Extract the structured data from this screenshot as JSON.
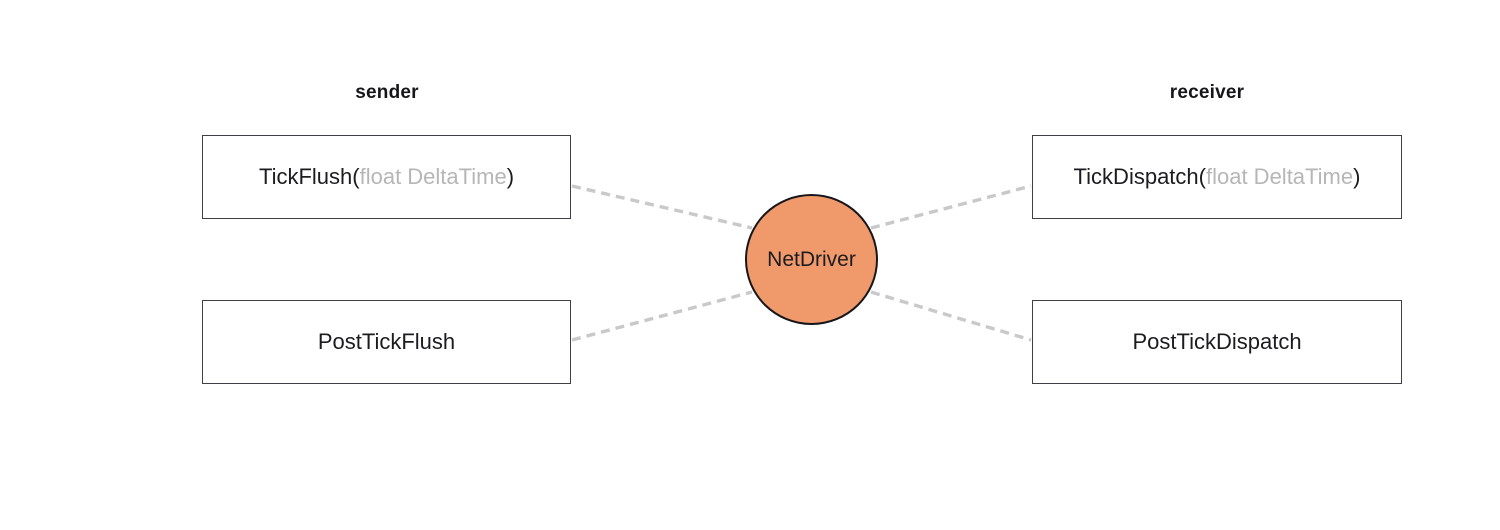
{
  "diagram": {
    "headings": [
      {
        "id": "sender",
        "label": "sender"
      },
      {
        "id": "receiver",
        "label": "receiver"
      }
    ],
    "hub": {
      "label": "NetDriver",
      "fill_color": "#f09a6c",
      "border_color": "#17171b"
    },
    "boxes": [
      {
        "id": "tick-flush",
        "name": "TickFlush",
        "open_paren": "(",
        "param": "float DeltaTime",
        "close_paren": ")",
        "column": "sender"
      },
      {
        "id": "post-tick-flush",
        "name": "PostTickFlush",
        "open_paren": "",
        "param": "",
        "close_paren": "",
        "column": "sender"
      },
      {
        "id": "tick-dispatch",
        "name": "TickDispatch",
        "open_paren": "(",
        "param": "float DeltaTime",
        "close_paren": ")",
        "column": "receiver"
      },
      {
        "id": "post-tick-dispatch",
        "name": "PostTickDispatch",
        "open_paren": "",
        "param": "",
        "close_paren": "",
        "column": "receiver"
      }
    ],
    "connectors": [
      {
        "id": "tick-flush-to-netdriver",
        "from": "tick-flush",
        "to": "netdriver",
        "style": "dashed",
        "color": "#c9c9cc"
      },
      {
        "id": "post-tick-flush-to-netdriver",
        "from": "post-tick-flush",
        "to": "netdriver",
        "style": "dashed",
        "color": "#c9c9cc"
      },
      {
        "id": "netdriver-to-tick-dispatch",
        "from": "netdriver",
        "to": "tick-dispatch",
        "style": "dashed",
        "color": "#c9c9cc"
      },
      {
        "id": "netdriver-to-post-tick-dispatch",
        "from": "netdriver",
        "to": "post-tick-dispatch",
        "style": "dashed",
        "color": "#c9c9cc"
      }
    ],
    "param_text_color": "#b6b6b8",
    "box_border_color": "#3f3f4a"
  }
}
